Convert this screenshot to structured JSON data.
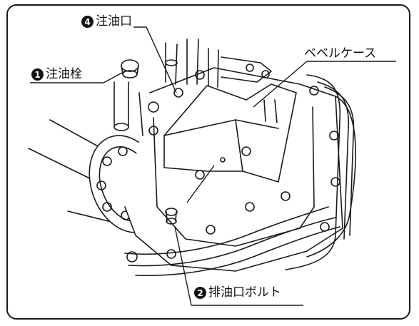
{
  "figure": {
    "callouts": {
      "oil_plug": {
        "number": "1",
        "label": "注油栓"
      },
      "drain_bolt": {
        "number": "2",
        "label": "排油口ボルト"
      },
      "oil_port": {
        "number": "4",
        "label": "注油口"
      },
      "bevel_case": {
        "label": "ベベルケース"
      }
    }
  },
  "colors": {
    "ink": "#1a1a1a",
    "paper": "#ffffff",
    "shade": "#f2f2f2"
  }
}
